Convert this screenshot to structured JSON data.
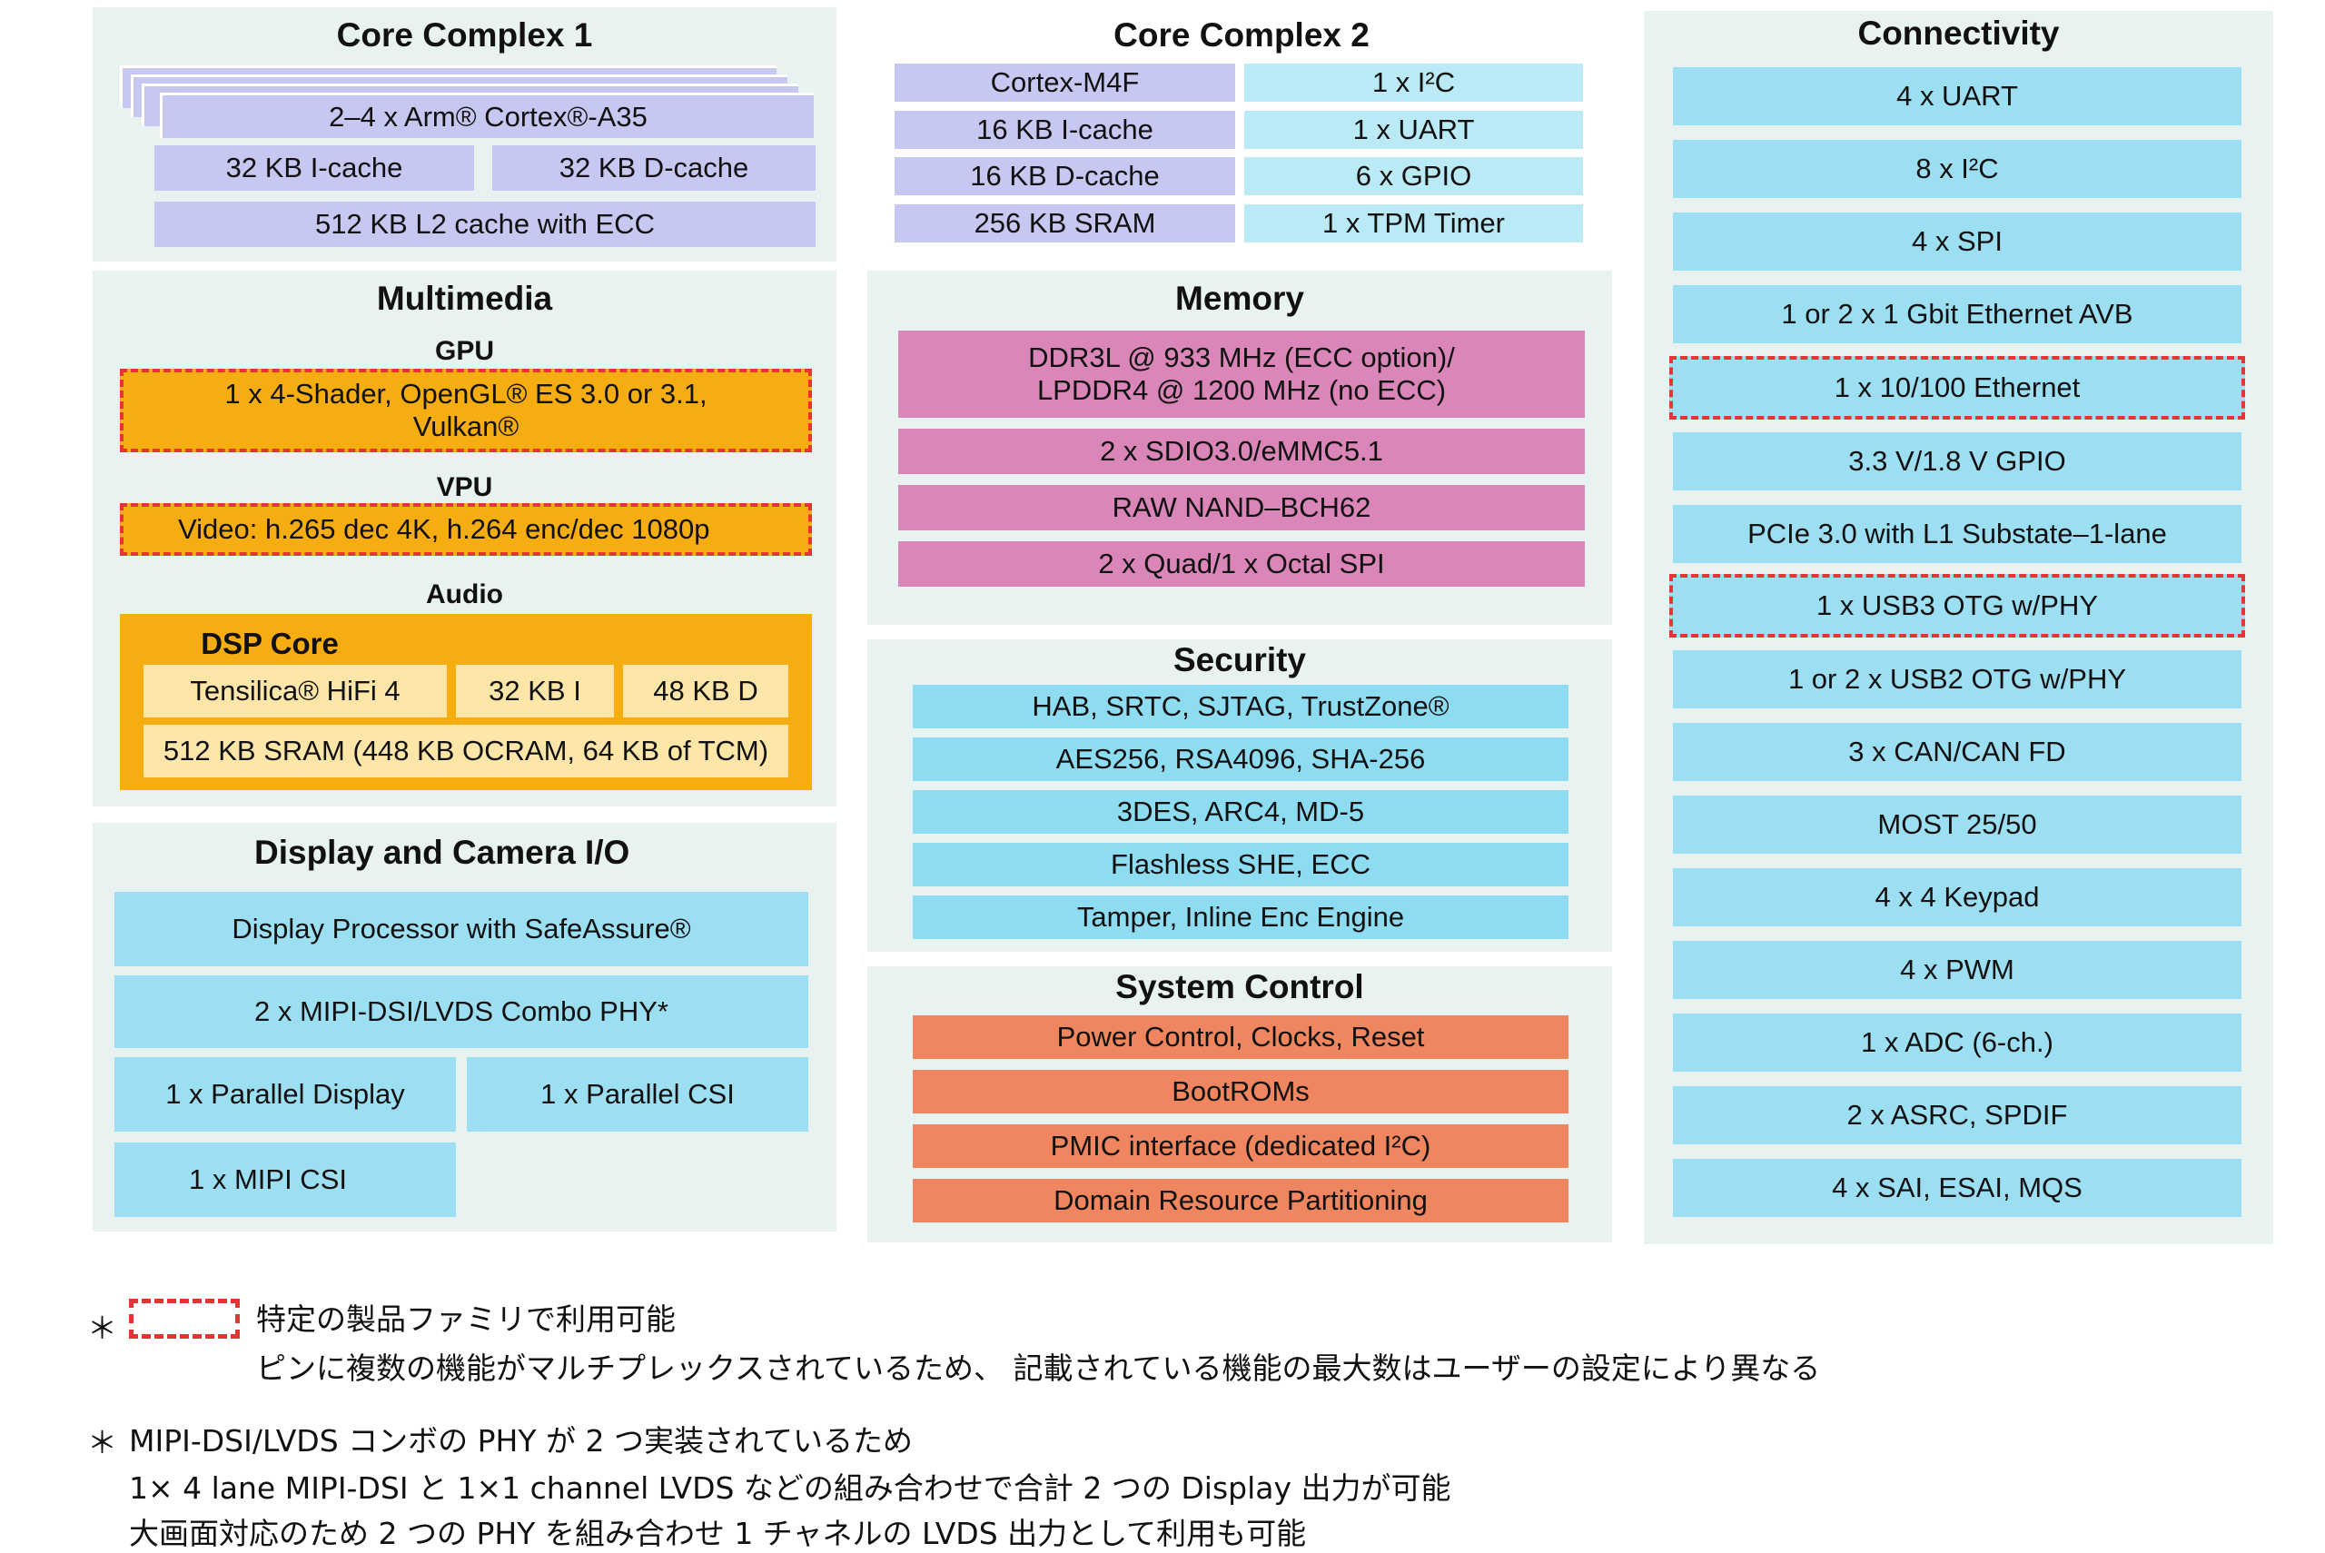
{
  "core1": {
    "title": "Core Complex 1",
    "arm": "2–4 x Arm® Cortex®-A35",
    "icache": "32 KB I-cache",
    "dcache": "32 KB D-cache",
    "l2": "512 KB L2 cache with ECC"
  },
  "core2": {
    "title": "Core Complex 2",
    "left": [
      "Cortex-M4F",
      "16 KB I-cache",
      "16 KB D-cache",
      "256 KB SRAM"
    ],
    "right": [
      "1 x I²C",
      "1 x UART",
      "6 x GPIO",
      "1 x TPM Timer"
    ]
  },
  "multimedia": {
    "title": "Multimedia",
    "gpu_label": "GPU",
    "gpu_text": "1 x 4-Shader, OpenGL® ES 3.0 or 3.1,\nVulkan®",
    "vpu_label": "VPU",
    "vpu_text": "Video: h.265 dec 4K, h.264 enc/dec 1080p",
    "audio_label": "Audio",
    "dsp_label": "DSP Core",
    "tensilica": "Tensilica® HiFi 4",
    "dsp_i": "32 KB I",
    "dsp_d": "48 KB D",
    "dsp_sram": "512 KB SRAM (448 KB OCRAM, 64 KB of TCM)"
  },
  "display": {
    "title": "Display and Camera I/O",
    "items": [
      "Display Processor with SafeAssure®",
      "2 x MIPI-DSI/LVDS Combo PHY*",
      "1 x Parallel Display",
      "1 x Parallel CSI",
      "1 x MIPI CSI"
    ]
  },
  "memory": {
    "title": "Memory",
    "items": [
      "DDR3L @ 933 MHz (ECC option)/\nLPDDR4 @ 1200 MHz (no ECC)",
      "2 x SDIO3.0/eMMC5.1",
      "RAW NAND–BCH62",
      "2 x Quad/1 x Octal SPI"
    ]
  },
  "security": {
    "title": "Security",
    "items": [
      "HAB, SRTC, SJTAG, TrustZone®",
      "AES256, RSA4096, SHA-256",
      "3DES, ARC4, MD-5",
      "Flashless SHE, ECC",
      "Tamper, Inline Enc Engine"
    ]
  },
  "system": {
    "title": "System Control",
    "items": [
      "Power Control, Clocks, Reset",
      "BootROMs",
      "PMIC interface (dedicated I²C)",
      "Domain Resource Partitioning"
    ]
  },
  "connectivity": {
    "title": "Connectivity",
    "items": [
      "4 x UART",
      "8 x I²C",
      "4 x SPI",
      "1 or 2 x 1 Gbit Ethernet AVB",
      "1 x 10/100 Ethernet",
      "3.3 V/1.8 V GPIO",
      "PCIe 3.0 with L1 Substate–1-lane",
      "1 x USB3 OTG w/PHY",
      "1 or 2 x USB2 OTG w/PHY",
      "3 x CAN/CAN FD",
      "MOST 25/50",
      "4 x 4 Keypad",
      "4 x PWM",
      "1 x ADC (6-ch.)",
      "2 x ASRC, SPDIF",
      "4 x SAI, ESAI, MQS"
    ],
    "highlighted": [
      "1 x 10/100 Ethernet",
      "1 x USB3 OTG w/PHY"
    ]
  },
  "notes": {
    "star1": "＊",
    "line1": "特定の製品ファミリで利用可能",
    "line2": "ピンに複数の機能がマルチプレックスされているため、 記載されている機能の最大数はユーザーの設定により異なる",
    "star2": "＊",
    "line3": "MIPI-DSI/LVDS コンボの PHY が 2 つ実装されているため",
    "line4": "1× 4 lane MIPI-DSI と 1×1 channel LVDS などの組み合わせで合計 2 つの Display 出力が可能",
    "line5": "大画面対応のため 2 つの PHY を組み合わせ 1 チャネルの LVDS 出力として利用も可能"
  },
  "colors": {
    "panel": "#e8f2f0",
    "lavender": "#c7c8f1",
    "cyan": "#b9eaf5",
    "blue": "#8edcf1",
    "magenta": "#da86b8",
    "orange": "#f5ad12",
    "pale_yellow": "#fde6a8",
    "red": "#f0865f",
    "dashed_highlight": "#e53434"
  }
}
